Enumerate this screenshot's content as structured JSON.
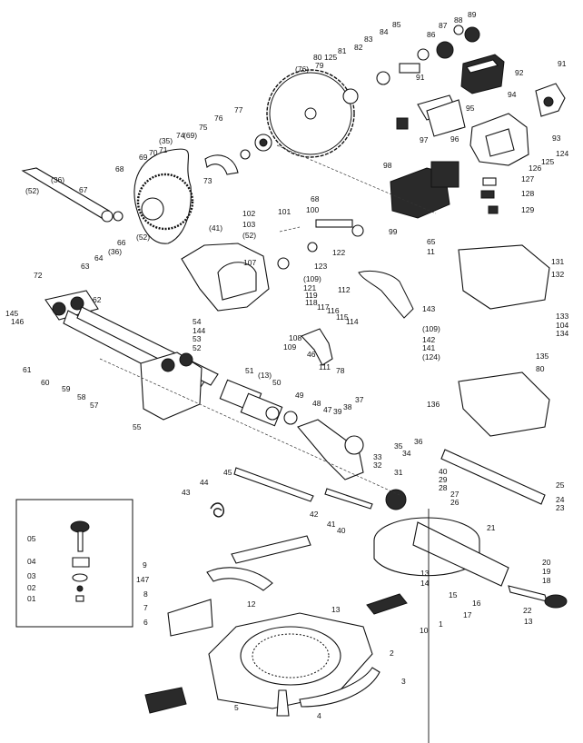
{
  "labels": {
    "l_89": "89",
    "l_88": "88",
    "l_87": "87",
    "l_86": "86",
    "l_85": "85",
    "l_84": "84",
    "l_83": "83",
    "l_82": "82",
    "l_81": "81",
    "l_125a": "125",
    "l_80": "80",
    "l_79": "79",
    "l_76a": "(76)",
    "l_91a": "91",
    "l_91b": "91",
    "l_92": "92",
    "l_94": "94",
    "l_95": "95",
    "l_96": "96",
    "l_97": "97",
    "l_93": "93",
    "l_124": "124",
    "l_125b": "125",
    "l_126": "126",
    "l_127": "127",
    "l_128": "128",
    "l_129": "129",
    "l_98": "98",
    "l_99": "99",
    "l_100": "100",
    "l_101": "101",
    "l_68b": "68",
    "l_122": "122",
    "l_123": "123",
    "l_77": "77",
    "l_76b": "76",
    "l_75": "75",
    "l_74": "74",
    "l_69p": "(69)",
    "l_35p": "(35)",
    "l_73": "73",
    "l_70": "70",
    "l_71": "71",
    "l_69": "69",
    "l_68": "68",
    "l_36a": "(36)",
    "l_52a": "(52)",
    "l_67": "67",
    "l_66": "66",
    "l_52b": "(52)",
    "l_36b": "(36)",
    "l_64": "64",
    "l_63": "63",
    "l_102": "102",
    "l_103": "103",
    "l_41a": "(41)",
    "l_52c": "(52)",
    "l_107": "107",
    "l_109a": "(109)",
    "l_121": "121",
    "l_119": "119",
    "l_118": "118",
    "l_117": "117",
    "l_116": "116",
    "l_115": "115",
    "l_114": "114",
    "l_108": "108",
    "l_109": "109",
    "l_112": "112",
    "l_46": "46",
    "l_111": "111",
    "l_78": "78",
    "l_65": "65",
    "l_11": "11",
    "l_131": "131",
    "l_132": "132",
    "l_143": "143",
    "l_133": "133",
    "l_109b": "(109)",
    "l_104": "104",
    "l_142": "142",
    "l_134": "134",
    "l_141": "141",
    "l_124p": "(124)",
    "l_135": "135",
    "l_80b": "80",
    "l_136": "136",
    "l_72": "72",
    "l_62": "62",
    "l_145": "145",
    "l_146": "146",
    "l_61": "61",
    "l_60": "60",
    "l_59": "59",
    "l_58": "58",
    "l_57": "57",
    "l_54": "54",
    "l_144": "144",
    "l_53": "53",
    "l_52": "52",
    "l_55": "55",
    "l_51": "51",
    "l_13p": "(13)",
    "l_50": "50",
    "l_49": "49",
    "l_48": "48",
    "l_47": "47",
    "l_39": "39",
    "l_38": "38",
    "l_37": "37",
    "l_35": "35",
    "l_36": "36",
    "l_34": "34",
    "l_33": "33",
    "l_32": "32",
    "l_31": "31",
    "l_40a": "40",
    "l_29": "29",
    "l_28": "28",
    "l_27": "27",
    "l_26": "26",
    "l_25": "25",
    "l_24": "24",
    "l_23": "23",
    "l_21": "21",
    "l_45": "45",
    "l_44": "44",
    "l_43": "43",
    "l_42": "42",
    "l_41": "41",
    "l_40b": "40",
    "l_05": "05",
    "l_04": "04",
    "l_03": "03",
    "l_02": "02",
    "l_01": "01",
    "l_9": "9",
    "l_147": "147",
    "l_8": "8",
    "l_7": "7",
    "l_6": "6",
    "l_12": "12",
    "l_13a": "13",
    "l_10": "10",
    "l_1": "1",
    "l_2": "2",
    "l_3": "3",
    "l_4": "4",
    "l_5": "5",
    "l_20": "20",
    "l_19": "19",
    "l_18": "18",
    "l_13b": "13",
    "l_14": "14",
    "l_15": "15",
    "l_16": "16",
    "l_22": "22",
    "l_17": "17",
    "l_13c": "13"
  }
}
